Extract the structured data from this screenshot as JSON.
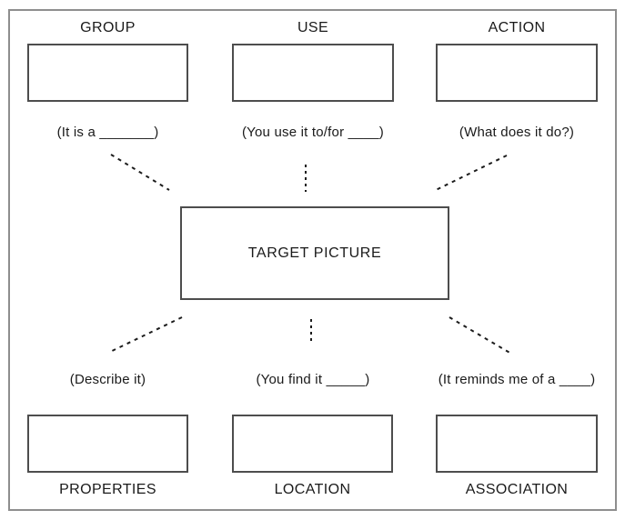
{
  "diagram": {
    "center": {
      "label": "TARGET PICTURE"
    },
    "nodes": [
      {
        "id": "group",
        "title": "GROUP",
        "prompt": "(It is a _______)"
      },
      {
        "id": "use",
        "title": "USE",
        "prompt": "(You use it to/for ____)"
      },
      {
        "id": "action",
        "title": "ACTION",
        "prompt": "(What does it do?)"
      },
      {
        "id": "properties",
        "title": "PROPERTIES",
        "prompt": "(Describe it)"
      },
      {
        "id": "location",
        "title": "LOCATION",
        "prompt": "(You find it _____)"
      },
      {
        "id": "association",
        "title": "ASSOCIATION",
        "prompt": "(It reminds me of a ____)"
      }
    ],
    "colors": {
      "background": "#ffffff",
      "frame_border": "#8e8e8e",
      "box_border": "#4d4d4d",
      "text": "#1a1a1a",
      "connector": "#1c1c1c"
    }
  }
}
